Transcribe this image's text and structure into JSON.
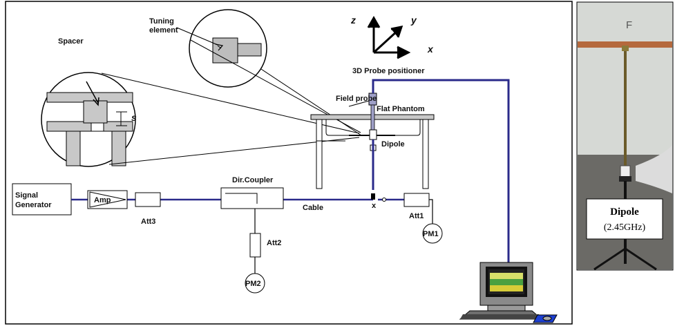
{
  "diagram": {
    "axes": {
      "z": "z",
      "y": "y",
      "x": "x"
    },
    "labels": {
      "tuning_element": [
        "Tuning",
        "element"
      ],
      "spacer": "Spacer",
      "spacer_dim": "s",
      "probe_positioner": "3D Probe positioner",
      "field_probe": "Field probe",
      "flat_phantom": "Flat Phantom",
      "dipole": "Dipole",
      "signal_generator": [
        "Signal",
        "Generator"
      ],
      "amp": "Amp",
      "att3": "Att3",
      "dir_coupler": "Dir.Coupler",
      "cable": "Cable",
      "junction": "x",
      "att1": "Att1",
      "pm1": "PM1",
      "att2": "Att2",
      "pm2": "PM2"
    }
  },
  "photo": {
    "letter": "F",
    "caption_title": "Dipole",
    "caption_sub": "(2.45GHz)"
  },
  "colors": {
    "cable": "#2a2a8a",
    "line": "#111111",
    "table_grey": "#c8c8c8"
  }
}
